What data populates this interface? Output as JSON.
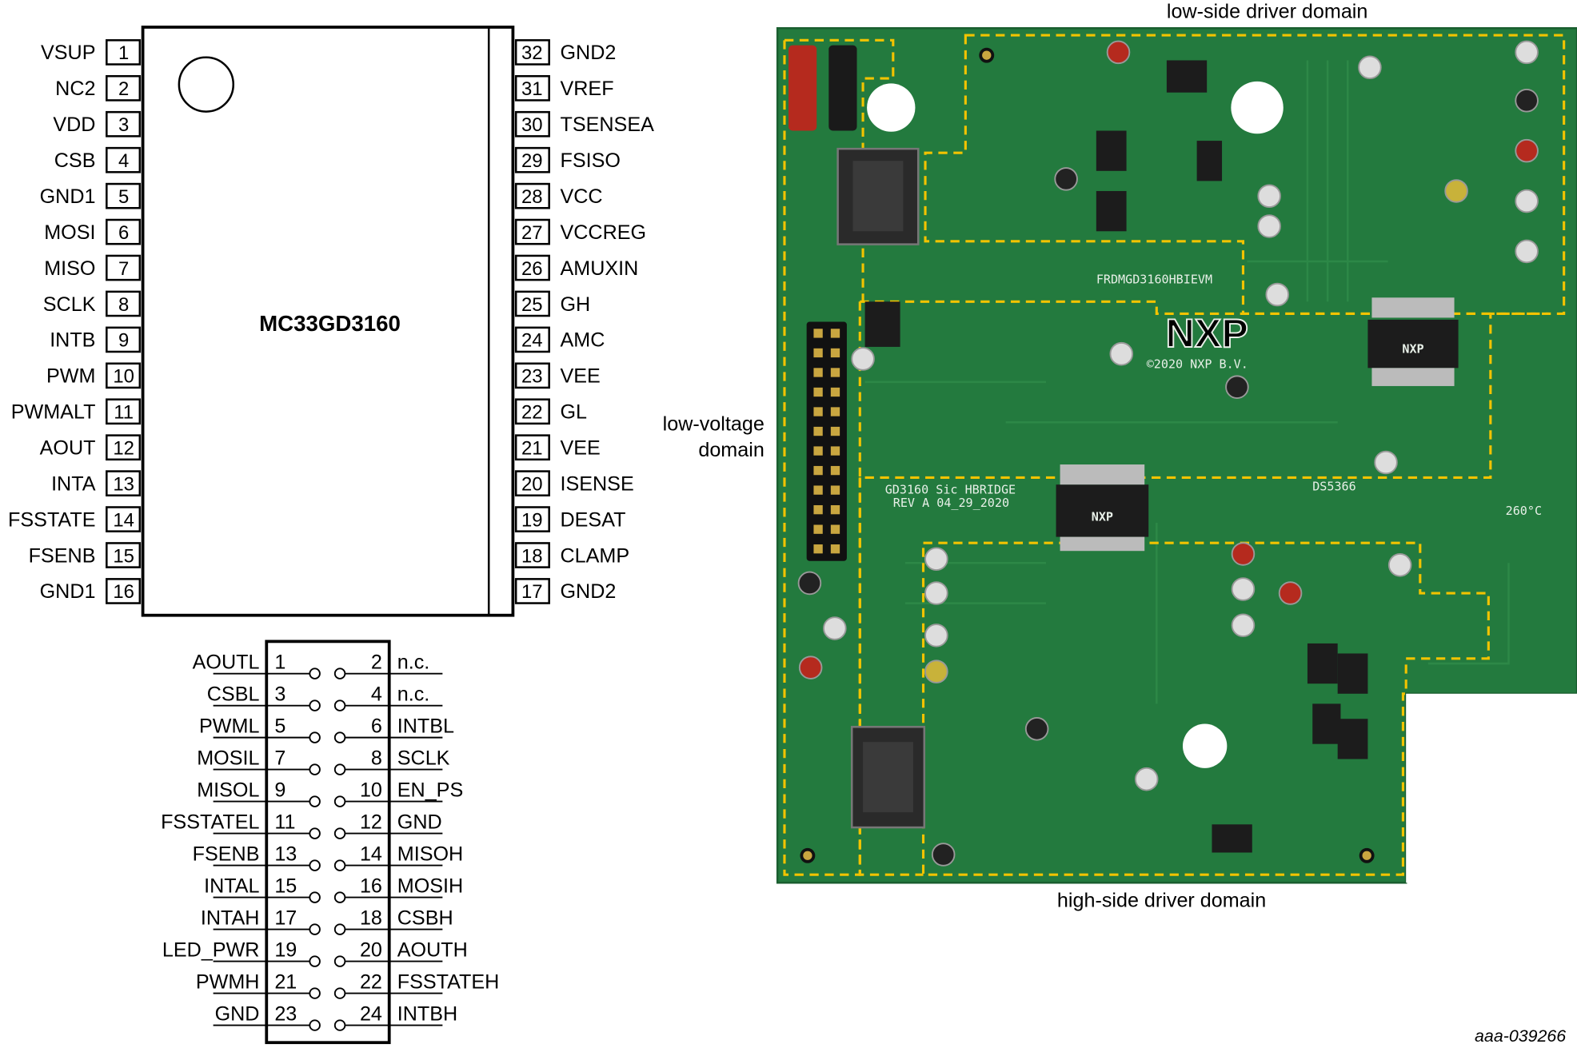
{
  "ic": {
    "name": "MC33GD3160",
    "left_pins": [
      {
        "num": "1",
        "label": "VSUP"
      },
      {
        "num": "2",
        "label": "NC2"
      },
      {
        "num": "3",
        "label": "VDD"
      },
      {
        "num": "4",
        "label": "CSB"
      },
      {
        "num": "5",
        "label": "GND1"
      },
      {
        "num": "6",
        "label": "MOSI"
      },
      {
        "num": "7",
        "label": "MISO"
      },
      {
        "num": "8",
        "label": "SCLK"
      },
      {
        "num": "9",
        "label": "INTB"
      },
      {
        "num": "10",
        "label": "PWM"
      },
      {
        "num": "11",
        "label": "PWMALT"
      },
      {
        "num": "12",
        "label": "AOUT"
      },
      {
        "num": "13",
        "label": "INTA"
      },
      {
        "num": "14",
        "label": "FSSTATE"
      },
      {
        "num": "15",
        "label": "FSENB"
      },
      {
        "num": "16",
        "label": "GND1"
      }
    ],
    "right_pins": [
      {
        "num": "32",
        "label": "GND2"
      },
      {
        "num": "31",
        "label": "VREF"
      },
      {
        "num": "30",
        "label": "TSENSEA"
      },
      {
        "num": "29",
        "label": "FSISO"
      },
      {
        "num": "28",
        "label": "VCC"
      },
      {
        "num": "27",
        "label": "VCCREG"
      },
      {
        "num": "26",
        "label": "AMUXIN"
      },
      {
        "num": "25",
        "label": "GH"
      },
      {
        "num": "24",
        "label": "AMC"
      },
      {
        "num": "23",
        "label": "VEE"
      },
      {
        "num": "22",
        "label": "GL"
      },
      {
        "num": "21",
        "label": "VEE"
      },
      {
        "num": "20",
        "label": "ISENSE"
      },
      {
        "num": "19",
        "label": "DESAT"
      },
      {
        "num": "18",
        "label": "CLAMP"
      },
      {
        "num": "17",
        "label": "GND2"
      }
    ]
  },
  "connector": {
    "rows": [
      {
        "left_num": "1",
        "left_label": "AOUTL",
        "right_num": "2",
        "right_label": "n.c."
      },
      {
        "left_num": "3",
        "left_label": "CSBL",
        "right_num": "4",
        "right_label": "n.c."
      },
      {
        "left_num": "5",
        "left_label": "PWML",
        "right_num": "6",
        "right_label": "INTBL"
      },
      {
        "left_num": "7",
        "left_label": "MOSIL",
        "right_num": "8",
        "right_label": "SCLK"
      },
      {
        "left_num": "9",
        "left_label": "MISOL",
        "right_num": "10",
        "right_label": "EN_PS"
      },
      {
        "left_num": "11",
        "left_label": "FSSTATEL",
        "right_num": "12",
        "right_label": "GND"
      },
      {
        "left_num": "13",
        "left_label": "FSENB",
        "right_num": "14",
        "right_label": "MISOH"
      },
      {
        "left_num": "15",
        "left_label": "INTAL",
        "right_num": "16",
        "right_label": "MOSIH"
      },
      {
        "left_num": "17",
        "left_label": "INTAH",
        "right_num": "18",
        "right_label": "CSBH"
      },
      {
        "left_num": "19",
        "left_label": "LED_PWR",
        "right_num": "20",
        "right_label": "AOUTH"
      },
      {
        "left_num": "21",
        "left_label": "PWMH",
        "right_num": "22",
        "right_label": "FSSTATEH"
      },
      {
        "left_num": "23",
        "left_label": "GND",
        "right_num": "24",
        "right_label": "INTBH"
      }
    ]
  },
  "domains": {
    "low_side": "low-side driver domain",
    "low_voltage_1": "low-voltage",
    "low_voltage_2": "domain",
    "high_side": "high-side driver domain"
  },
  "board": {
    "name": "FRDMGD3160HBIEVM",
    "title_1": "GD3160 Sic HBRIDGE",
    "title_2": "REV A 04_29_2020",
    "copyright": "©2020 NXP B.V.",
    "code": "DS5366",
    "chip_logo": "NXP",
    "temp": "260°C"
  },
  "colors": {
    "board": "#237a3e",
    "domain_outline": "#f2c300",
    "chip": "#1c1c1c"
  },
  "figure_id": "aaa-039266"
}
